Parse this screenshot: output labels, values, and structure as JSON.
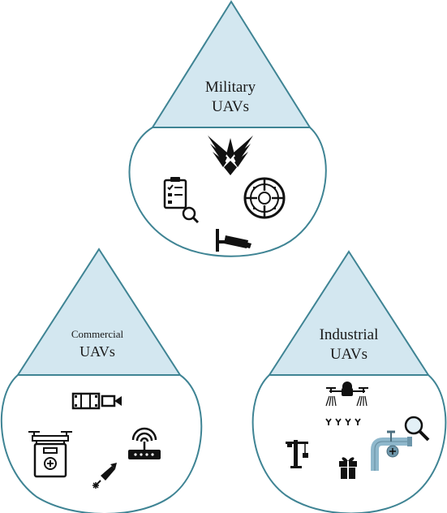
{
  "diagram": {
    "colors": {
      "outline": "#3f8494",
      "triangle_fill": "#d3e7f0",
      "ink": "#111111",
      "pipe_blue": "#8fb8cc"
    },
    "clusters": [
      {
        "key": "military",
        "label_line1": "Military",
        "label_line2": "UAVs",
        "icons": [
          "air-force-wings-icon",
          "clipboard-inspection-icon",
          "crosshair-target-icon",
          "surveillance-camera-icon"
        ]
      },
      {
        "key": "commercial",
        "label_line1": "Commercial",
        "label_line2": "UAVs",
        "icons": [
          "film-camera-icon",
          "delivery-drone-package-icon",
          "wifi-router-icon",
          "firework-rocket-icon"
        ]
      },
      {
        "key": "industrial",
        "label_line1": "Industrial",
        "label_line2": "UAVs",
        "icons": [
          "crop-spraying-drone-icon",
          "construction-crane-icon",
          "gift-box-icon",
          "pipeline-inspection-icon"
        ]
      }
    ]
  }
}
